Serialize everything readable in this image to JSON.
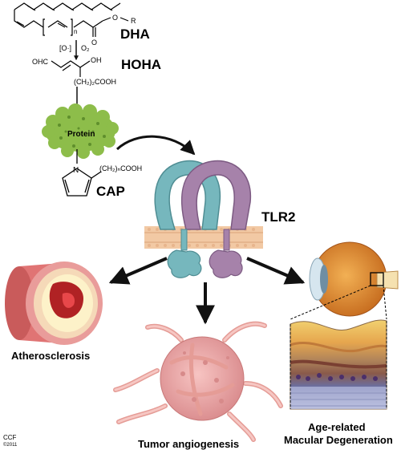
{
  "molecules": {
    "dha": {
      "label": "DHA",
      "ester": "O",
      "r_group": "R",
      "repeat_sub": "n",
      "carbonyl_o": "O"
    },
    "oxidation": {
      "radical": "[O·]",
      "oxygen": "O₂"
    },
    "hoha": {
      "label": "HOHA",
      "aldehyde": "OHC",
      "hydroxyl": "OH",
      "side_chain": "(CH₂)₂COOH"
    },
    "protein": {
      "label": "Protein"
    },
    "cap": {
      "label": "CAP",
      "nitrogen": "N",
      "side_chain": "(CH₂)ₙCOOH"
    }
  },
  "receptor": {
    "label": "TLR2"
  },
  "outcomes": {
    "atherosclerosis": "Atherosclerosis",
    "tumor": "Tumor angiogenesis",
    "amd_line1": "Age-related",
    "amd_line2": "Macular Degeneration"
  },
  "credit": {
    "line1": "CCF",
    "line2": "©2011"
  },
  "colors": {
    "protein": "#8dbd4a",
    "tlr_teal": "#76b7bd",
    "tlr_purple": "#a682aa",
    "membrane": "#f2c9a4",
    "artery": "#e07474",
    "tumor": "#f3b3b1",
    "eye": "#e99a3c"
  }
}
